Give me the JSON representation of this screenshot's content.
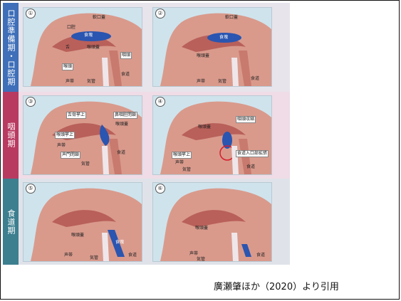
{
  "side_labels": {
    "oral": "口腔準備期・口腔期",
    "pharyngeal": "咽頭期",
    "esophageal": "食道期"
  },
  "panels": [
    {
      "num": "①",
      "labels": [
        "軟口蓋",
        "舌",
        "口腔",
        "食塊",
        "喉頭蓋",
        "咽頭",
        "喉頭",
        "気管",
        "食道",
        "声帯"
      ]
    },
    {
      "num": "②",
      "labels": [
        "軟口蓋",
        "食塊",
        "喉頭蓋",
        "声帯",
        "食道",
        "気管"
      ]
    },
    {
      "num": "③",
      "labels": [
        "舌骨挙上",
        "鼻咽腔閉鎖",
        "喉頭蓋",
        "喉頭挙上",
        "声帯",
        "声門閉鎖",
        "食道",
        "気管"
      ]
    },
    {
      "num": "④",
      "labels": [
        "咽頭収縮",
        "喉頭蓋",
        "食道入口部拡張",
        "喉頭挙上",
        "声帯",
        "食道",
        "気管"
      ]
    },
    {
      "num": "⑤",
      "labels": [
        "喉頭蓋",
        "食塊",
        "声帯",
        "気管",
        "食道"
      ]
    },
    {
      "num": "⑥",
      "labels": [
        "喉頭蓋",
        "声帯",
        "気管",
        "食道"
      ]
    }
  ],
  "credit": "廣瀬肇ほか（2020）より引用",
  "colors": {
    "oral": "#3f6fb8",
    "pharyngeal": "#b83a61",
    "esophageal": "#3c7f8f",
    "bolus": "#2a55b0"
  }
}
